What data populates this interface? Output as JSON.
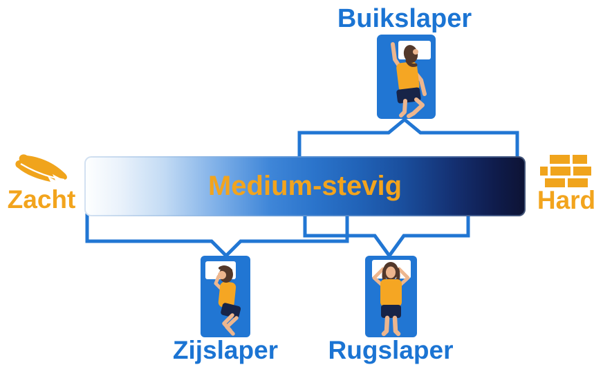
{
  "diagram": {
    "sleepers": [
      {
        "key": "stomach",
        "label": "Buikslaper",
        "icon": "stomach-sleeper-bed-icon"
      },
      {
        "key": "side",
        "label": "Zijslaper",
        "icon": "side-sleeper-bed-icon"
      },
      {
        "key": "back",
        "label": "Rugslaper",
        "icon": "back-sleeper-bed-icon"
      }
    ],
    "bar": {
      "center_label": "Medium-stevig",
      "soft_label": "Zacht",
      "soft_icon": "feather-icon",
      "hard_label": "Hard",
      "hard_icon": "bricks-icon"
    },
    "colors": {
      "accent_blue": "#2176d3",
      "label_blue": "#1b74d3",
      "accent_orange": "#f2a41d",
      "bar_gradient_start": "#ffffff",
      "bar_gradient_middle": "#2b74cb",
      "bar_gradient_end": "#0d1334"
    }
  }
}
